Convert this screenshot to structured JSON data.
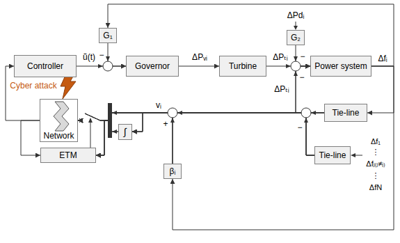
{
  "diagram": {
    "nodes": [
      {
        "text": [
          "G₁"
        ]
      },
      {
        "text": [
          "G₂"
        ]
      },
      {
        "text": [
          "Controller"
        ]
      },
      {
        "text": [
          "Governor"
        ]
      },
      {
        "text": [
          "Turbine"
        ]
      },
      {
        "text": [
          "Power system"
        ]
      },
      {
        "text": [
          "Network"
        ]
      },
      {
        "text": [
          "Tie-line"
        ]
      },
      {
        "text": [
          "∫"
        ]
      },
      {
        "text": [
          "ETM"
        ]
      },
      {
        "text": [
          "Tie-line"
        ]
      },
      {
        "text": [
          "βᵢ"
        ]
      }
    ],
    "edges": [
      {
        "from": 2,
        "to": 3,
        "arrow": "to",
        "label": "ũ(t)"
      },
      {
        "from": 0,
        "to": 3,
        "arrow": "to"
      },
      {
        "from": 3,
        "to": 4,
        "arrow": "to",
        "label": "ΔPᵥᵢ"
      },
      {
        "from": 4,
        "to": 5,
        "arrow": "to",
        "label": "ΔPₜᵢ"
      },
      {
        "from": 1,
        "to": 5,
        "arrow": "to"
      },
      {
        "from": 5,
        "to": 0,
        "arrow": "to"
      },
      {
        "from": 5,
        "to": 7,
        "arrow": "to"
      },
      {
        "from": 5,
        "to": 11,
        "arrow": "to"
      },
      {
        "from": 7,
        "to": 5,
        "arrow": "to"
      },
      {
        "from": 10,
        "to": 5,
        "arrow": "to"
      },
      {
        "from": 7,
        "to": 8,
        "arrow": "to"
      },
      {
        "from": 10,
        "to": 8,
        "arrow": "to"
      },
      {
        "from": 11,
        "to": 8,
        "arrow": "to"
      },
      {
        "from": 7,
        "to": 6,
        "arrow": "to"
      },
      {
        "from": 10,
        "to": 6,
        "arrow": "to"
      },
      {
        "from": 11,
        "to": 6,
        "arrow": "to"
      },
      {
        "from": 8,
        "to": 6,
        "arrow": "to"
      },
      {
        "from": 7,
        "to": 9,
        "arrow": "to"
      },
      {
        "from": 10,
        "to": 9,
        "arrow": "to"
      },
      {
        "from": 11,
        "to": 9,
        "arrow": "to"
      },
      {
        "from": 8,
        "to": 9,
        "arrow": "to"
      },
      {
        "from": 6,
        "to": 2,
        "arrow": "to"
      },
      {
        "from": 6,
        "to": 9,
        "arrow": "to"
      }
    ],
    "labels": [
      "ΔPdᵢ",
      "−",
      "−",
      "Δfᵢ",
      "−",
      "ΔPₜᵢ",
      "Cyber attack",
      "vᵢ",
      "−",
      "+",
      "Δf₁",
      "⋮",
      "Δfⱼ₍ⱼ≠ᵢ₎",
      "⋮",
      "ΔfN"
    ]
  }
}
